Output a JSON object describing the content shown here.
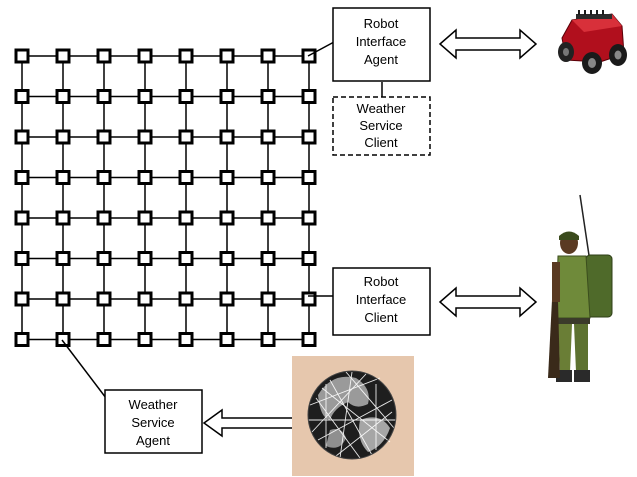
{
  "boxes": {
    "robot_interface_agent": {
      "lines": [
        "Robot",
        "Interface",
        "Agent"
      ]
    },
    "weather_service_client": {
      "lines": [
        "Weather",
        "Service",
        "Client"
      ],
      "style": "dashed"
    },
    "robot_interface_client": {
      "lines": [
        "Robot",
        "Interface",
        "Client"
      ]
    },
    "weather_service_agent": {
      "lines": [
        "Weather",
        "Service",
        "Agent"
      ]
    }
  },
  "grid": {
    "rows": 8,
    "cols": 8
  },
  "arrows": [
    {
      "from": "robot_interface_agent",
      "to": "robot-vehicle-image",
      "kind": "double"
    },
    {
      "from": "robot_interface_client",
      "to": "soldier-image",
      "kind": "double"
    },
    {
      "from": "globe-image",
      "to": "weather_service_agent",
      "kind": "single"
    }
  ],
  "images": {
    "robot": "robot-vehicle",
    "soldier": "soldier",
    "globe": "wireframe-globe"
  },
  "colors": {
    "line": "#000000",
    "robot_body": "#c0101c",
    "globe_backdrop": "#e6c7ad",
    "soldier_uniform": "#6f8a3a"
  }
}
